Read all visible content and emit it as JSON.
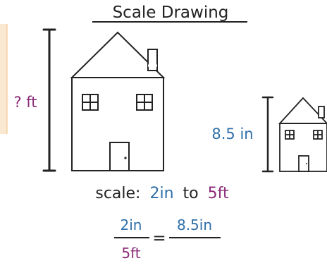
{
  "title": "Scale Drawing",
  "big_house_height_label": "? ft",
  "small_house_height_label": "8.5 in",
  "scale_line": {
    "prefix": "scale:",
    "a": "2in",
    "middle": "to",
    "b": "5ft"
  },
  "proportion": {
    "left_numerator": "2in",
    "left_denominator": "5ft",
    "equals": "=",
    "right_numerator": "8.5in"
  },
  "colors": {
    "question": "#8b2b78",
    "measure_blue": "#2f6fa8",
    "ink": "#222222",
    "highlight": "#fbe8d2",
    "highlight_border": "#f2bf7e"
  }
}
